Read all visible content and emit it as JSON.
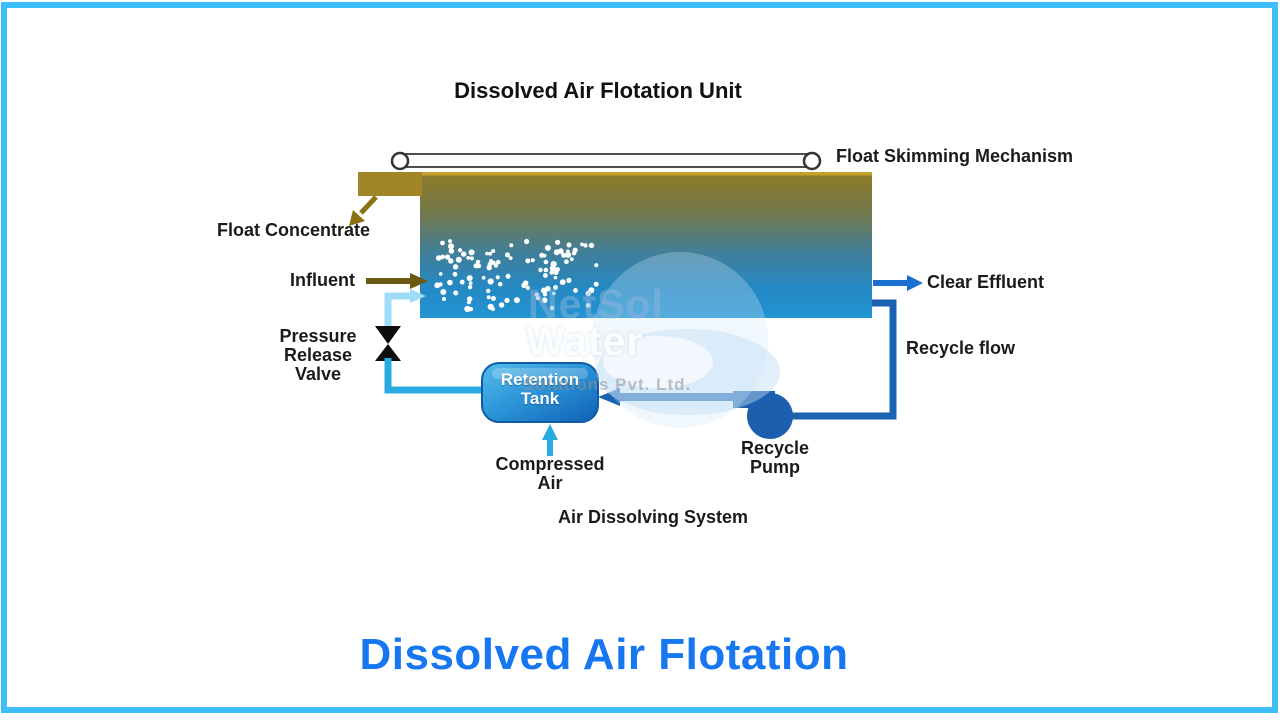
{
  "page": {
    "frame_color": "#3EBEF9",
    "background": "#FFFFFF"
  },
  "diagram": {
    "title": "Dissolved Air Flotation Unit",
    "caption": "Dissolved Air Flotation",
    "caption_color": "#1677F0",
    "labels": {
      "float_skimming_mechanism": "Float Skimming Mechanism",
      "float_concentrate": "Float Concentrate",
      "influent": "Influent",
      "pressure_release_valve": [
        "Pressure",
        "Release",
        "Valve"
      ],
      "retention_tank": [
        "Retention",
        "Tank"
      ],
      "compressed_air": [
        "Compressed",
        "Air"
      ],
      "air_dissolving_system": "Air Dissolving System",
      "recycle_pump": [
        "Recycle",
        "Pump"
      ],
      "recycle_flow": "Recycle flow",
      "clear_effluent": "Clear Effluent"
    },
    "colors": {
      "tank_gradient_top": "#8E7A26",
      "tank_gradient_bottom": "#2394D4",
      "float_chute_gold": "#A18526",
      "influent_arrow": "#6B5A12",
      "light_pipe": "#9FDCF7",
      "medium_pipe": "#29ABE2",
      "dark_pipe": "#1B62B2",
      "effluent_arrow": "#1A70D0",
      "pump_fill": "#1C5FAE",
      "retention_tank_fill": "#2A92D6",
      "valve_fill": "#0D0D0D",
      "skimmer_outline": "#4D4D4D"
    }
  },
  "watermark": {
    "line1": "NetSol",
    "line2": "Water",
    "line3": "Solutions Pvt. Ltd."
  }
}
